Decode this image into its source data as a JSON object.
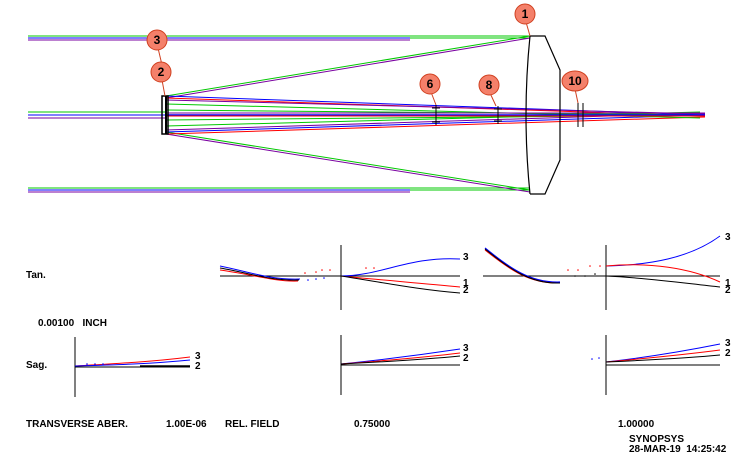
{
  "surface_markers": [
    "1",
    "3",
    "2",
    "6",
    "8",
    "10"
  ],
  "labels": {
    "tan": "Tan.",
    "sag": "Sag.",
    "scale": "0.00100   INCH",
    "transverse": "TRANSVERSE ABER.",
    "wavelength": "1.00E-06",
    "rel_field": "REL. FIELD",
    "field_075": "0.75000",
    "field_100": "1.00000",
    "brand": "SYNOPSYS",
    "date": "28-MAR-19  14:25:42"
  },
  "curve_labels": {
    "tan_075": [
      "3",
      "1",
      "2"
    ],
    "tan_100": [
      "3",
      "1",
      "2"
    ],
    "sag_0": [
      "3",
      "2"
    ],
    "sag_075": [
      "3",
      "2"
    ],
    "sag_100": [
      "3",
      "2"
    ]
  },
  "colors": {
    "ray_green": "#00c800",
    "ray_blue": "#0000ff",
    "ray_purple": "#7a00a0",
    "ray_red": "#ff0000",
    "marker_fill": "#f4806a",
    "marker_stroke": "#d04020",
    "curve_black": "#000000"
  }
}
